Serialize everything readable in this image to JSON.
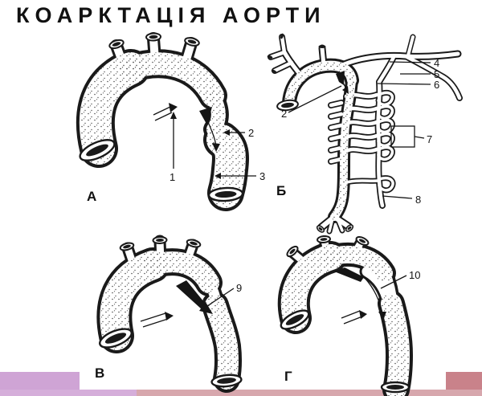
{
  "slide": {
    "title": "КОАРКТАЦІЯ АОРТИ",
    "title_color": "#111111",
    "background": "#ffffff"
  },
  "figure": {
    "ink_color": "#1a1a1a",
    "panels": [
      {
        "id": "A",
        "letter": "А",
        "callouts": {
          "c1": "1",
          "c2": "2",
          "c3": "3"
        }
      },
      {
        "id": "B",
        "letter": "Б",
        "callouts": {
          "c2": "2",
          "c4": "4",
          "c5": "5",
          "c6": "6",
          "c7": "7",
          "c8": "8"
        }
      },
      {
        "id": "V",
        "letter": "В",
        "callouts": {
          "c9": "9"
        }
      },
      {
        "id": "G",
        "letter": "Г",
        "callouts": {
          "c10": "10"
        }
      }
    ]
  },
  "decoration": {
    "left_block_color": "#cfa4d5",
    "left_strip_color": "#d5aeda",
    "right_strip_color": "#d7a7ad",
    "right_block_color": "#c9828a"
  }
}
